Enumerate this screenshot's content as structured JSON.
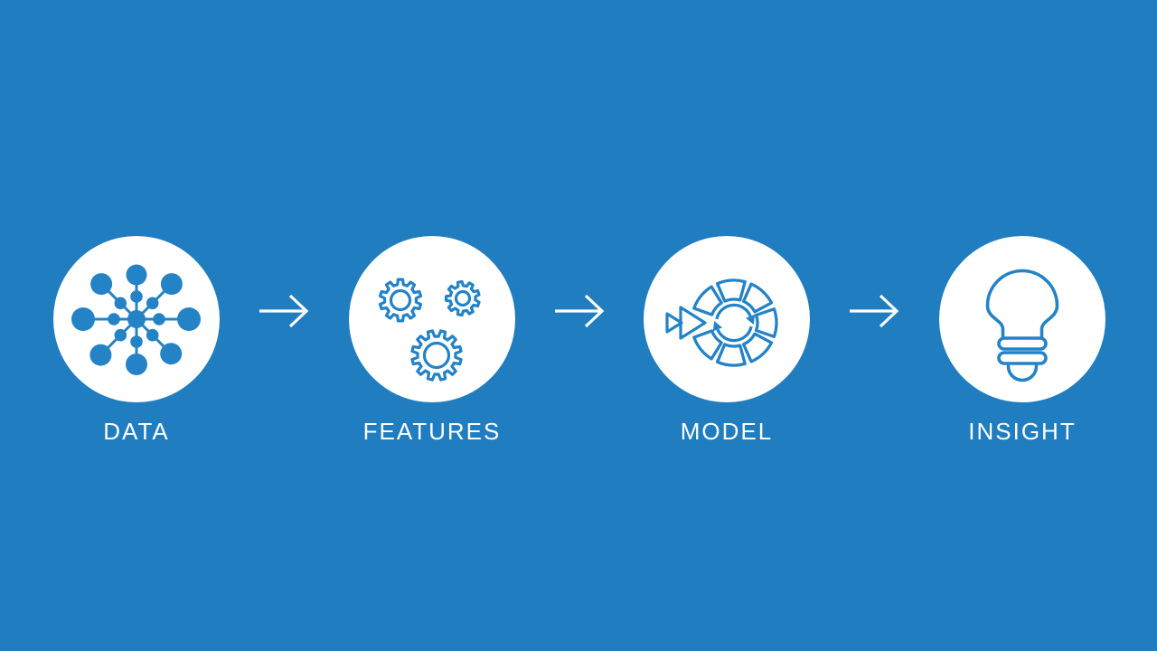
{
  "colors": {
    "background": "#1f7dc0",
    "icon_blue": "#2383c6",
    "white": "#ffffff"
  },
  "steps": [
    {
      "id": "data",
      "label": "DATA",
      "icon": "data-network-icon"
    },
    {
      "id": "features",
      "label": "FEATURES",
      "icon": "gears-icon"
    },
    {
      "id": "model",
      "label": "MODEL",
      "icon": "model-iteration-icon"
    },
    {
      "id": "insight",
      "label": "INSIGHT",
      "icon": "lightbulb-icon"
    }
  ],
  "connector": {
    "icon": "arrow-right-icon",
    "count": 3
  }
}
